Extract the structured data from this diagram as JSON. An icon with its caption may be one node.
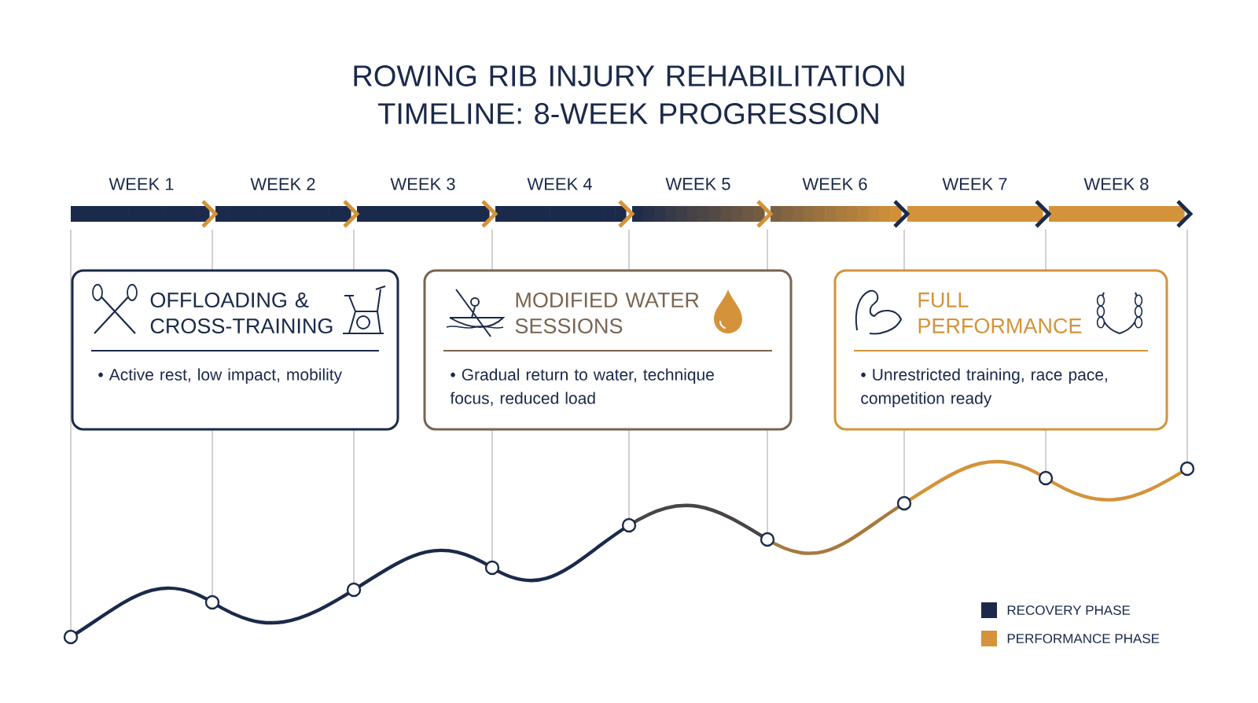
{
  "diagram": {
    "title": "ROWING RIB INJURY REHABILITATION TIMELINE: 8-WEEK PROGRESSION",
    "nodes": [
      {
        "text": [
          "OFFLOADING & CROSS-TRAINING",
          "• Active rest, low impact, mobility"
        ]
      },
      {
        "text": [
          "MODIFIED WATER SESSIONS",
          "• Gradual return to water, technique focus, reduced load"
        ]
      },
      {
        "text": [
          "FULL PERFORMANCE",
          "• Unrestricted training, race pace, competition ready"
        ]
      }
    ],
    "labels": [
      "WEEK 1",
      "WEEK 2",
      "WEEK 3",
      "WEEK 4",
      "WEEK 5",
      "WEEK 6",
      "WEEK 7",
      "WEEK 8"
    ],
    "legend": [
      {
        "text": "RECOVERY PHASE",
        "color": "#1b2a4a"
      },
      {
        "text": "PERFORMANCE PHASE",
        "color": "#d4933a"
      }
    ]
  }
}
